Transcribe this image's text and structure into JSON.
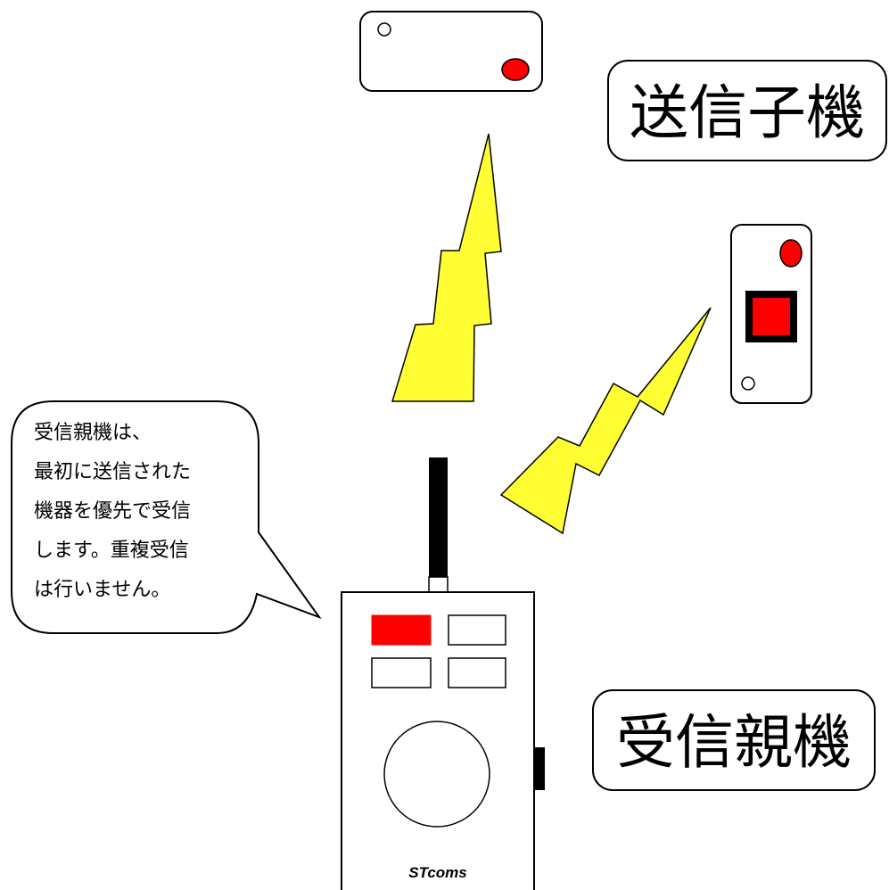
{
  "labels": {
    "transmitter": "送信子機",
    "receiver": "受信親機"
  },
  "note": {
    "lines": [
      "受信親機は、",
      "最初に送信された",
      "機器を優先で受信",
      "します。重複受信",
      "は行いません。"
    ]
  },
  "device": {
    "brand": "STcoms"
  },
  "colors": {
    "indicator": "#ff0000",
    "signal": "#ffff33",
    "outline": "#000000"
  }
}
